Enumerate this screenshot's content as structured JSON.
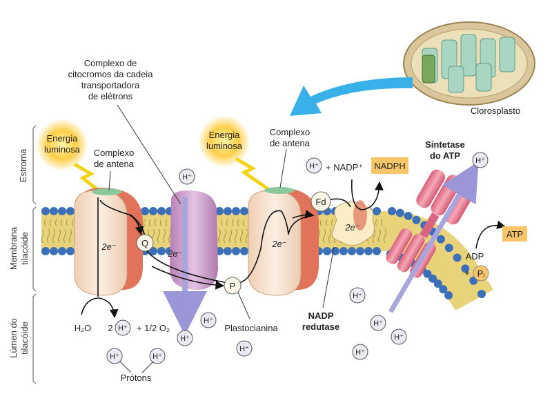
{
  "regions": {
    "stroma": "Estroma",
    "membrane_line1": "Membrana",
    "membrane_line2": "tilacóide",
    "lumen_line1": "Lúmen do",
    "lumen_line2": "tilacóide"
  },
  "labels": {
    "cytochrome_complex": [
      "Complexo de",
      "citocromos da cadeia",
      "transportadora",
      "de elétrons"
    ],
    "chloroplast": "Clorosplasto",
    "light_left": [
      "Energia",
      "luminosa"
    ],
    "light_right": [
      "Energia",
      "luminosa"
    ],
    "antenna_left": [
      "Complexo",
      "de antena"
    ],
    "antenna_right": [
      "Complexo",
      "de antena"
    ],
    "atp_synthase": [
      "Sintetase",
      "do ATP"
    ],
    "nadp_plus": "+ NADP⁺",
    "nadph": "NADPH",
    "atp": "ATP",
    "adp": "ADP",
    "plus": "+",
    "pi": "Pᵢ",
    "fd": "Fd",
    "q": "Q",
    "p": "P",
    "electrons": "2e⁻",
    "h": "H⁺",
    "water": "H₂O",
    "two": "2",
    "half_o2": "+ 1/2 O₂",
    "plastocyanin": "Plastocianina",
    "nadp_reductase": [
      "NADP",
      "redutase"
    ],
    "protons": "Prótons"
  },
  "colors": {
    "membrane_head": "#3b6fb8",
    "membrane_tail": "#e8d27a",
    "photosystem": "#f6e2cf",
    "photosystem_cap": "#e0735a",
    "cytochrome": "#c99ac8",
    "atp_synthase": "#e8788f",
    "label_box": "#f9c56b",
    "arrow_blue": "#3ab0e8",
    "proton_flow": "#a8a4dc"
  }
}
